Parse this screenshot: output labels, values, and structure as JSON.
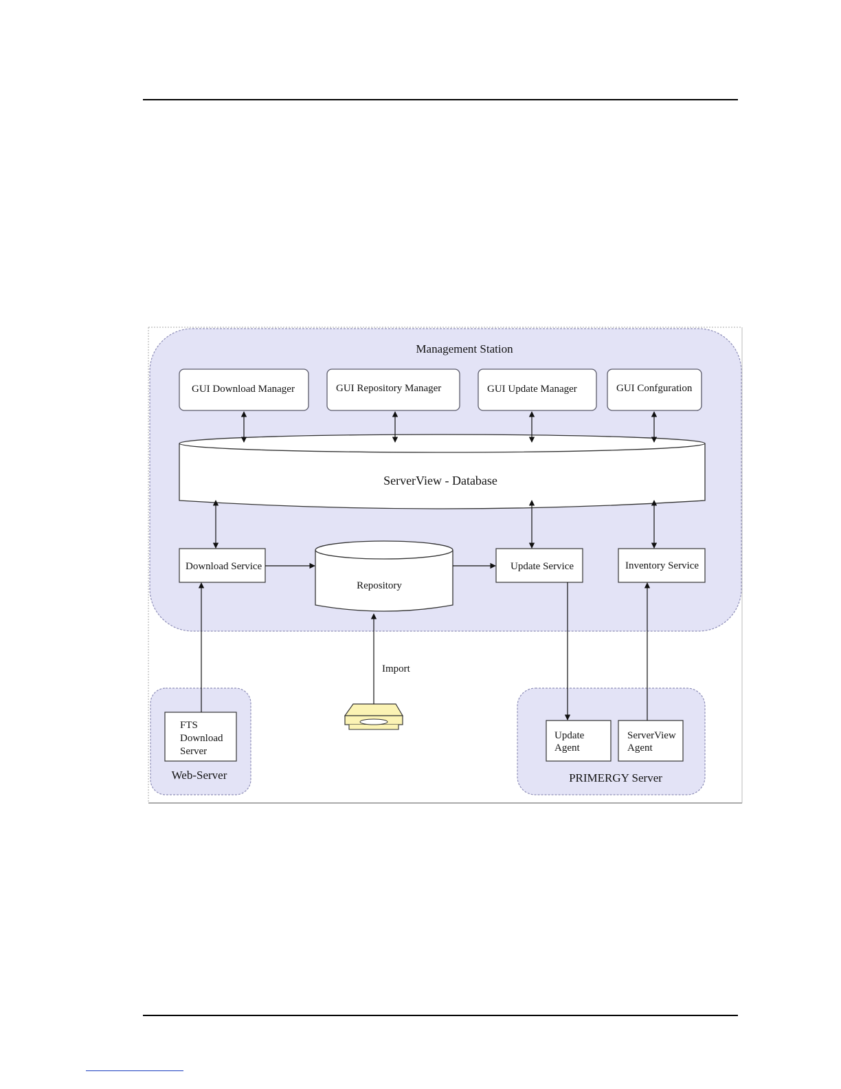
{
  "diagram": {
    "regions": {
      "management_station": "Management Station",
      "web_server": "Web-Server",
      "primergy_server": "PRIMERGY Server"
    },
    "gui": {
      "download_manager": "GUI Download Manager",
      "repository_manager": "GUI Repository Manager",
      "update_manager": "GUI Update Manager",
      "configuration": "GUI Confguration"
    },
    "database": "ServerView - Database",
    "services": {
      "download": "Download Service",
      "update": "Update Service",
      "inventory": "Inventory Service"
    },
    "repository": "Repository",
    "import": "Import",
    "fts_server": [
      "FTS",
      "Download",
      "Server"
    ],
    "update_agent": [
      "Update",
      "Agent"
    ],
    "serverview_agent": [
      "ServerView",
      "Agent"
    ]
  },
  "colors": {
    "region_fill": "#e3e3f6",
    "region_stroke": "#8e8eb8",
    "box_stroke": "#5a5a6a",
    "drive_fill": "#fbf3b4"
  }
}
